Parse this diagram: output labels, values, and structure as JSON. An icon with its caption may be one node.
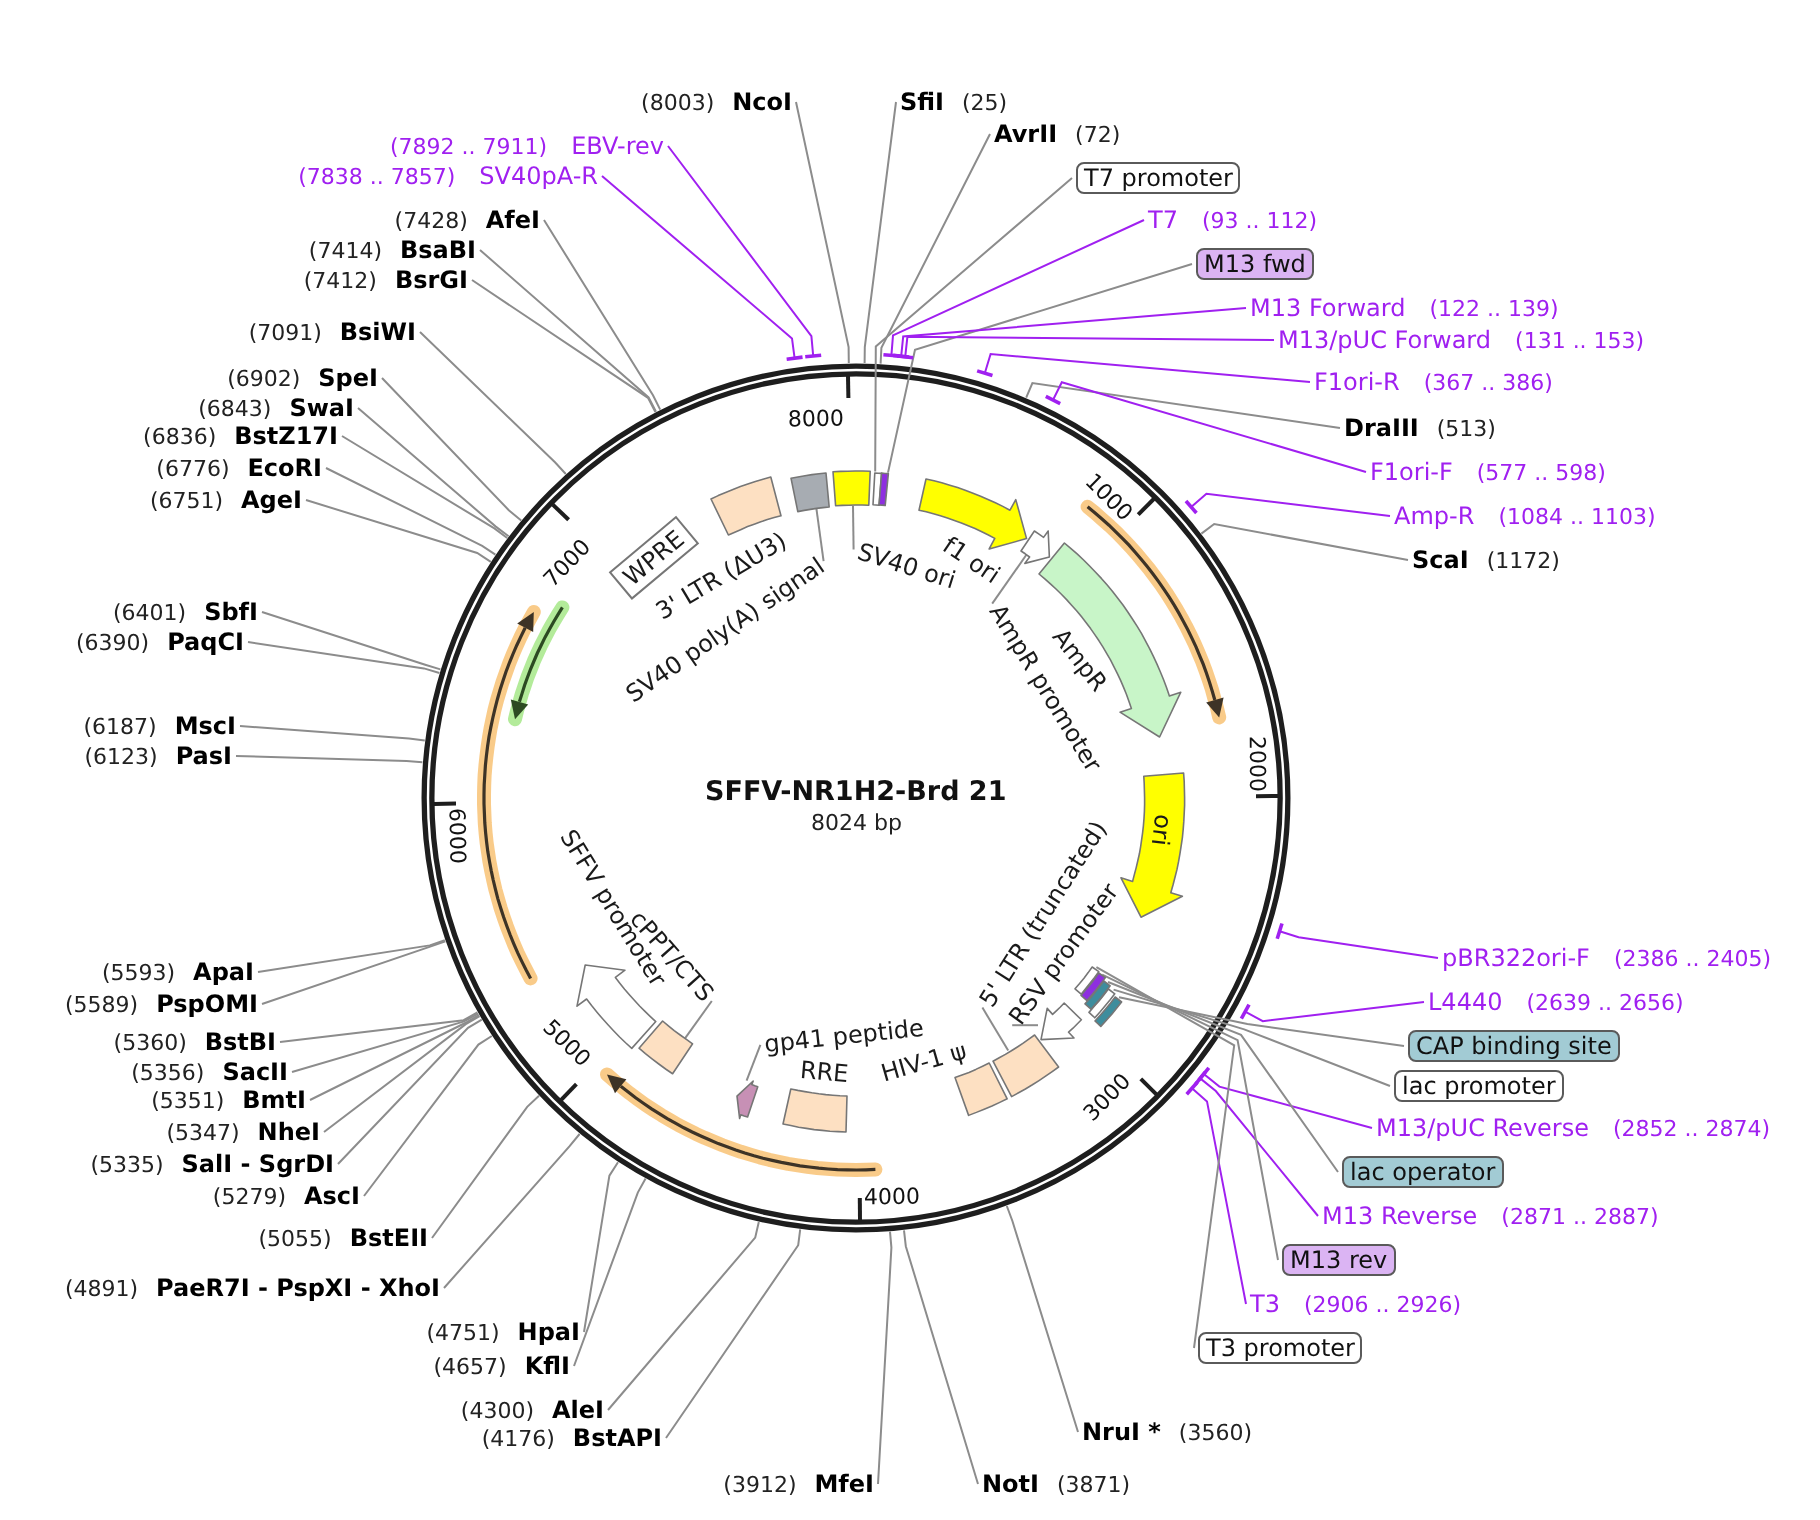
{
  "diagram": {
    "title": "SFFV-NR1H2-Brd 21",
    "nodes": [
      {
        "text": [
          "(8003)",
          "NcoI"
        ]
      },
      {
        "text": [
          "SfiI",
          "(25)"
        ]
      },
      {
        "text": [
          "AvrII",
          "(72)"
        ]
      },
      {
        "text": [
          "T7 promoter"
        ]
      },
      {
        "text": [
          "T7",
          "(93 .. 112)"
        ]
      },
      {
        "text": [
          "M13 fwd"
        ]
      },
      {
        "text": [
          "M13 Forward",
          "(122 .. 139)"
        ]
      },
      {
        "text": [
          "M13/pUC Forward",
          "(131 .. 153)"
        ]
      },
      {
        "text": [
          "F1ori-R",
          "(367 .. 386)"
        ]
      },
      {
        "text": [
          "DraIII",
          "(513)"
        ]
      },
      {
        "text": [
          "F1ori-F",
          "(577 .. 598)"
        ]
      },
      {
        "text": [
          "Amp-R",
          "(1084 .. 1103)"
        ]
      },
      {
        "text": [
          "ScaI",
          "(1172)"
        ]
      },
      {
        "text": [
          "pBR322ori-F",
          "(2386 .. 2405)"
        ]
      },
      {
        "text": [
          "L4440",
          "(2639 .. 2656)"
        ]
      },
      {
        "text": [
          "CAP binding site"
        ]
      },
      {
        "text": [
          "lac promoter"
        ]
      },
      {
        "text": [
          "M13/pUC Reverse",
          "(2852 .. 2874)"
        ]
      },
      {
        "text": [
          "lac operator"
        ]
      },
      {
        "text": [
          "M13 Reverse",
          "(2871 .. 2887)"
        ]
      },
      {
        "text": [
          "M13 rev"
        ]
      },
      {
        "text": [
          "T3",
          "(2906 .. 2926)"
        ]
      },
      {
        "text": [
          "T3 promoter"
        ]
      },
      {
        "text": [
          "NruI *",
          "(3560)"
        ]
      },
      {
        "text": [
          "NotI",
          "(3871)"
        ]
      },
      {
        "text": [
          "(3912)",
          "MfeI"
        ]
      },
      {
        "text": [
          "(4176)",
          "BstAPI"
        ]
      },
      {
        "text": [
          "(4300)",
          "AleI"
        ]
      },
      {
        "text": [
          "(4657)",
          "KflI"
        ]
      },
      {
        "text": [
          "(4751)",
          "HpaI"
        ]
      },
      {
        "text": [
          "(4891)",
          "PaeR7I - PspXI - XhoI"
        ]
      },
      {
        "text": [
          "(5055)",
          "BstEII"
        ]
      },
      {
        "text": [
          "(5279)",
          "AscI"
        ]
      },
      {
        "text": [
          "(5335)",
          "SalI - SgrDI"
        ]
      },
      {
        "text": [
          "(5347)",
          "NheI"
        ]
      },
      {
        "text": [
          "(5351)",
          "BmtI"
        ]
      },
      {
        "text": [
          "(5356)",
          "SacII"
        ]
      },
      {
        "text": [
          "(5360)",
          "BstBI"
        ]
      },
      {
        "text": [
          "(5589)",
          "PspOMI"
        ]
      },
      {
        "text": [
          "(5593)",
          "ApaI"
        ]
      },
      {
        "text": [
          "(6123)",
          "PasI"
        ]
      },
      {
        "text": [
          "(6187)",
          "MscI"
        ]
      },
      {
        "text": [
          "(6390)",
          "PaqCI"
        ]
      },
      {
        "text": [
          "(6401)",
          "SbfI"
        ]
      },
      {
        "text": [
          "(6751)",
          "AgeI"
        ]
      },
      {
        "text": [
          "(6776)",
          "EcoRI"
        ]
      },
      {
        "text": [
          "(6836)",
          "BstZ17I"
        ]
      },
      {
        "text": [
          "(6843)",
          "SwaI"
        ]
      },
      {
        "text": [
          "(6902)",
          "SpeI"
        ]
      },
      {
        "text": [
          "(7091)",
          "BsiWI"
        ]
      },
      {
        "text": [
          "(7412)",
          "BsrGI"
        ]
      },
      {
        "text": [
          "(7414)",
          "BsaBI"
        ]
      },
      {
        "text": [
          "(7428)",
          "AfeI"
        ]
      },
      {
        "text": [
          "(7838 .. 7857)",
          "SV40pA-R"
        ]
      },
      {
        "text": [
          "(7892 .. 7911)",
          "EBV-rev"
        ]
      },
      {
        "text": [],
        "shape": "bar"
      },
      {
        "text": [],
        "shape": "bar"
      },
      {
        "text": [
          "f1 ori"
        ]
      },
      {
        "text": [],
        "shape": "arrow"
      },
      {
        "text": [
          "AmpR promoter"
        ]
      },
      {
        "text": [
          "AmpR"
        ]
      },
      {
        "text": [
          "ori"
        ]
      },
      {
        "text": [],
        "shape": "bar"
      },
      {
        "text": [],
        "shape": "bar"
      },
      {
        "text": [],
        "shape": "bar"
      },
      {
        "text": [],
        "shape": "bar"
      },
      {
        "text": [],
        "shape": "bar"
      },
      {
        "text": [],
        "shape": "arrow"
      },
      {
        "text": [
          "RSV promoter"
        ]
      },
      {
        "text": [],
        "shape": "box"
      },
      {
        "text": [
          "5' LTR (truncated)"
        ]
      },
      {
        "text": [
          "HIV-1 ψ"
        ]
      },
      {
        "text": [
          "RRE"
        ]
      },
      {
        "text": [],
        "shape": "arrow"
      },
      {
        "text": [
          "gp41 peptide"
        ]
      },
      {
        "text": [],
        "shape": "box"
      },
      {
        "text": [
          "cPPT/CTS"
        ]
      },
      {
        "text": [
          "SFFV promoter"
        ]
      },
      {
        "text": [
          "WPRE"
        ]
      },
      {
        "text": [
          "3' LTR (ΔU3)"
        ]
      },
      {
        "text": [],
        "shape": "box"
      },
      {
        "text": [
          "SV40 poly(A) signal"
        ]
      },
      {
        "text": [],
        "shape": "box"
      },
      {
        "text": [
          "SV40 ori"
        ]
      }
    ],
    "edges": [
      {
        "from": 0,
        "to": null,
        "arrow": "none"
      },
      {
        "from": 1,
        "to": null,
        "arrow": "none"
      },
      {
        "from": 2,
        "to": null,
        "arrow": "none"
      },
      {
        "from": 3,
        "to": 55,
        "arrow": "none"
      },
      {
        "from": 4,
        "to": null,
        "arrow": "other",
        "color": "#a020f0"
      },
      {
        "from": 5,
        "to": 56,
        "arrow": "none"
      },
      {
        "from": 6,
        "to": null,
        "arrow": "other",
        "color": "#a020f0"
      },
      {
        "from": 7,
        "to": null,
        "arrow": "other",
        "color": "#a020f0"
      },
      {
        "from": 8,
        "to": null,
        "arrow": "other",
        "color": "#a020f0"
      },
      {
        "from": 9,
        "to": null,
        "arrow": "none"
      },
      {
        "from": 10,
        "to": null,
        "arrow": "other",
        "color": "#a020f0"
      },
      {
        "from": 11,
        "to": null,
        "arrow": "other",
        "color": "#a020f0"
      },
      {
        "from": 12,
        "to": null,
        "arrow": "none"
      },
      {
        "from": 13,
        "to": null,
        "arrow": "other",
        "color": "#a020f0"
      },
      {
        "from": 14,
        "to": null,
        "arrow": "other",
        "color": "#a020f0"
      },
      {
        "from": 15,
        "to": 62,
        "arrow": "none"
      },
      {
        "from": 16,
        "to": 63,
        "arrow": "none"
      },
      {
        "from": 17,
        "to": null,
        "arrow": "other",
        "color": "#a020f0"
      },
      {
        "from": 18,
        "to": 64,
        "arrow": "none"
      },
      {
        "from": 19,
        "to": null,
        "arrow": "other",
        "color": "#a020f0"
      },
      {
        "from": 20,
        "to": 65,
        "arrow": "none"
      },
      {
        "from": 21,
        "to": null,
        "arrow": "other",
        "color": "#a020f0"
      },
      {
        "from": 22,
        "to": 66,
        "arrow": "none"
      },
      {
        "from": 23,
        "to": null,
        "arrow": "none"
      },
      {
        "from": 24,
        "to": null,
        "arrow": "none"
      },
      {
        "from": 25,
        "to": null,
        "arrow": "none"
      },
      {
        "from": 26,
        "to": null,
        "arrow": "none"
      },
      {
        "from": 27,
        "to": null,
        "arrow": "none"
      },
      {
        "from": 28,
        "to": null,
        "arrow": "none"
      },
      {
        "from": 29,
        "to": null,
        "arrow": "none"
      },
      {
        "from": 30,
        "to": null,
        "arrow": "none"
      },
      {
        "from": 31,
        "to": null,
        "arrow": "none"
      },
      {
        "from": 32,
        "to": null,
        "arrow": "none"
      },
      {
        "from": 33,
        "to": null,
        "arrow": "none"
      },
      {
        "from": 34,
        "to": null,
        "arrow": "none"
      },
      {
        "from": 35,
        "to": null,
        "arrow": "none"
      },
      {
        "from": 36,
        "to": null,
        "arrow": "none"
      },
      {
        "from": 37,
        "to": null,
        "arrow": "none"
      },
      {
        "from": 38,
        "to": null,
        "arrow": "none"
      },
      {
        "from": 39,
        "to": null,
        "arrow": "none"
      },
      {
        "from": 40,
        "to": null,
        "arrow": "none"
      },
      {
        "from": 41,
        "to": null,
        "arrow": "none"
      },
      {
        "from": 42,
        "to": null,
        "arrow": "none"
      },
      {
        "from": 43,
        "to": null,
        "arrow": "none"
      },
      {
        "from": 44,
        "to": null,
        "arrow": "none"
      },
      {
        "from": 45,
        "to": null,
        "arrow": "none"
      },
      {
        "from": 46,
        "to": null,
        "arrow": "none"
      },
      {
        "from": 47,
        "to": null,
        "arrow": "none"
      },
      {
        "from": 48,
        "to": null,
        "arrow": "none"
      },
      {
        "from": 49,
        "to": null,
        "arrow": "none"
      },
      {
        "from": 50,
        "to": null,
        "arrow": "none"
      },
      {
        "from": 51,
        "to": null,
        "arrow": "none"
      },
      {
        "from": 52,
        "to": null,
        "arrow": "none"
      },
      {
        "from": 53,
        "to": null,
        "arrow": "other",
        "color": "#a020f0"
      },
      {
        "from": 54,
        "to": null,
        "arrow": "other",
        "color": "#a020f0"
      },
      {
        "from": 59,
        "to": 58,
        "arrow": "none"
      },
      {
        "from": 68,
        "to": 67,
        "arrow": "none"
      },
      {
        "from": 70,
        "to": 69,
        "arrow": "none"
      },
      {
        "from": 74,
        "to": 73,
        "arrow": "none"
      },
      {
        "from": 76,
        "to": 75,
        "arrow": "none"
      },
      {
        "from": 81,
        "to": 80,
        "arrow": "none"
      },
      {
        "from": 83,
        "to": 82,
        "arrow": "none"
      }
    ],
    "labels": [
      "8000",
      "1000",
      "2000",
      "3000",
      "4000",
      "5000",
      "6000",
      "7000",
      "8024 bp"
    ]
  }
}
